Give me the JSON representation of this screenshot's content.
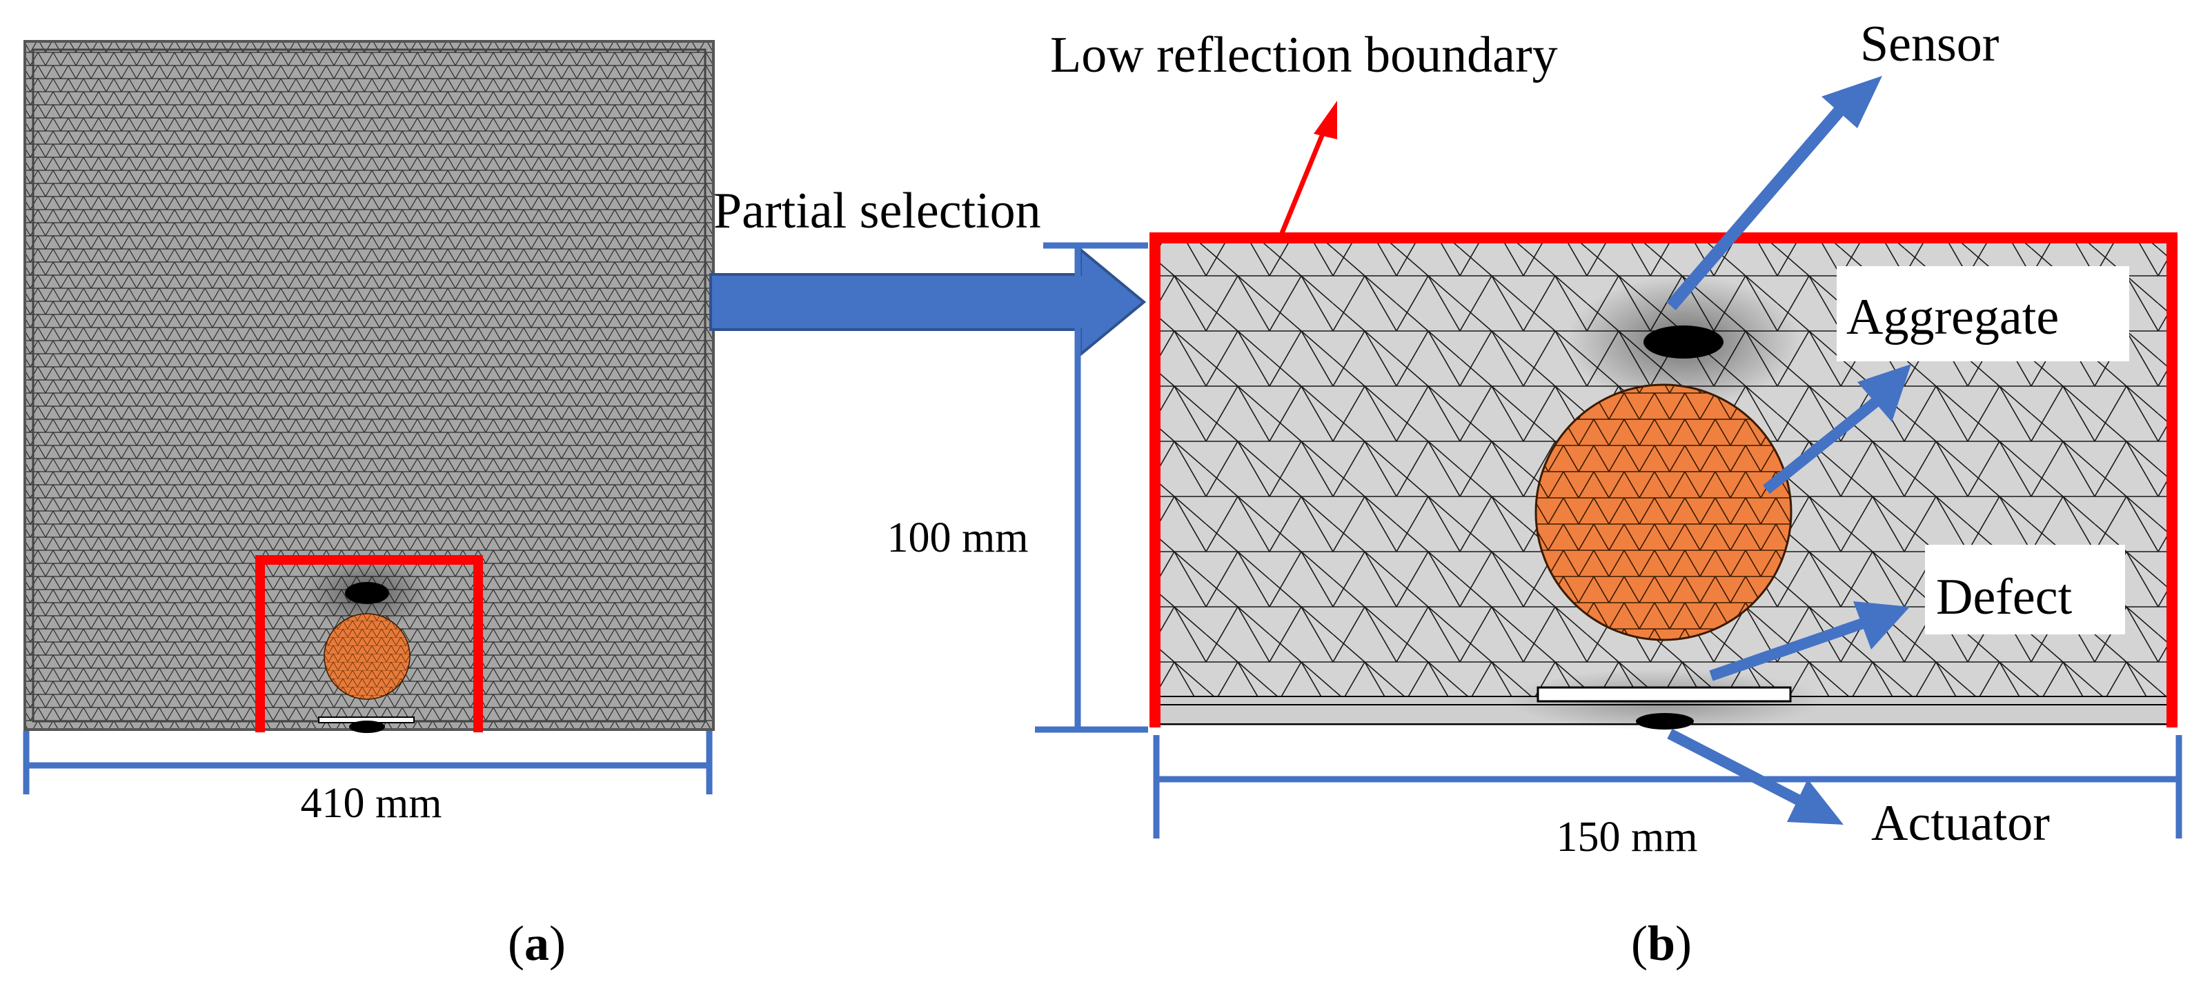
{
  "panels": {
    "a": {
      "label_prefix": "(",
      "label_letter": "a",
      "label_suffix": ")",
      "width_label": "410 mm"
    },
    "b": {
      "label_prefix": "(",
      "label_letter": "b",
      "label_suffix": ")",
      "width_label": "150 mm",
      "height_label": "100 mm"
    }
  },
  "annotations": {
    "partial_selection": "Partial selection",
    "low_reflection_boundary": "Low reflection boundary",
    "sensor": "Sensor",
    "aggregate": "Aggregate",
    "defect": "Defect",
    "actuator": "Actuator"
  },
  "colors": {
    "mesh_fill_coarse": "#d9d9d9",
    "mesh_fill_fine": "#9e9e9e",
    "mesh_line": "#000000",
    "aggregate": "#f08040",
    "boundary": "#ff0000",
    "arrow": "#4472c4"
  }
}
